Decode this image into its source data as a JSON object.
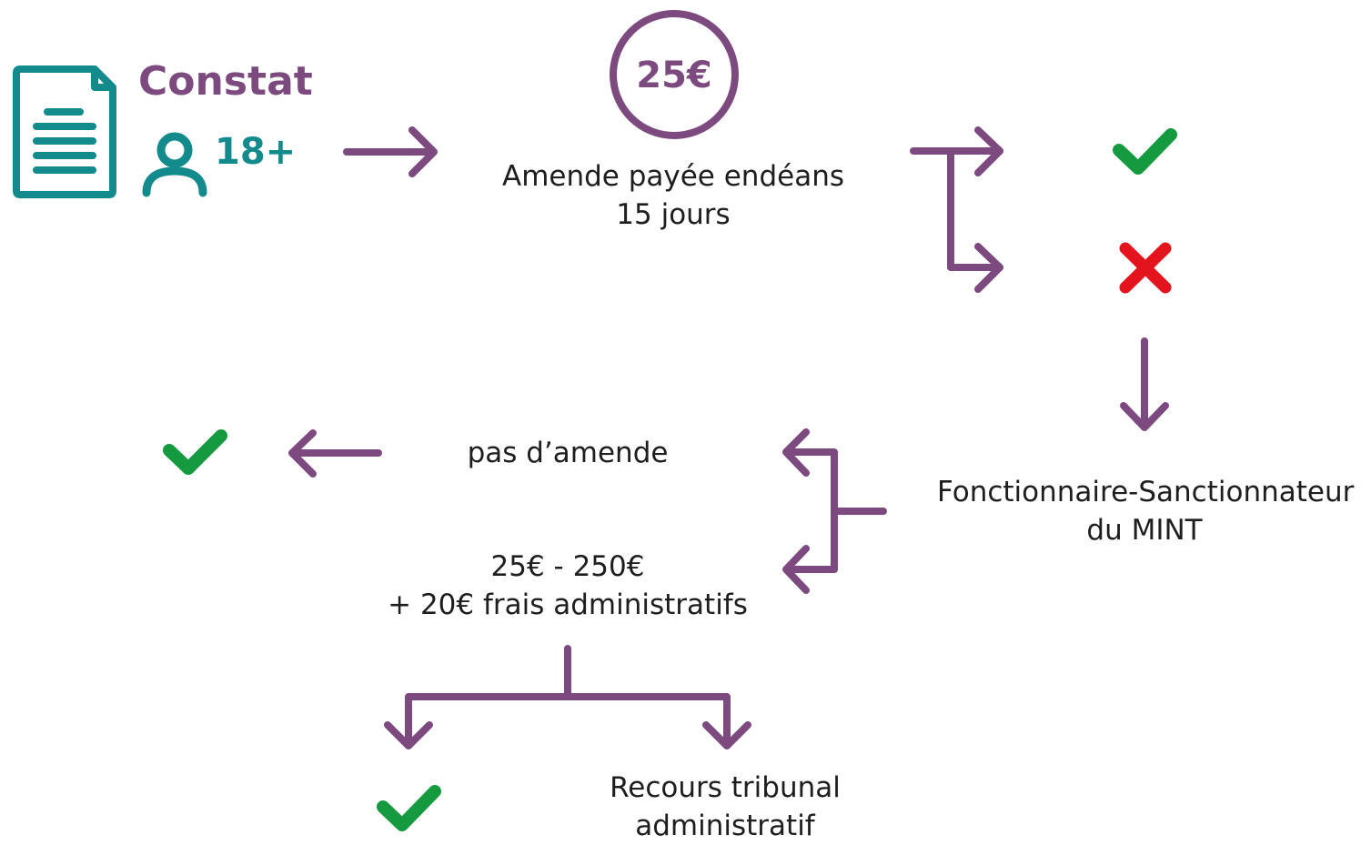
{
  "colors": {
    "purple": "#7d4a7f",
    "teal": "#138a8c",
    "green": "#169a3f",
    "red": "#e3141e",
    "text": "#1e1e1e"
  },
  "header": {
    "constat_label": "Constat",
    "age_label": "18+"
  },
  "fine": {
    "amount": "25€",
    "description_line1": "Amende payée endéans",
    "description_line2": "15 jours"
  },
  "official": {
    "line1": "Fonctionnaire-Sanctionnateur",
    "line2": "du MINT"
  },
  "outcomes": {
    "no_fine": "pas d’amende",
    "fine_range": "25€ - 250€",
    "admin_fees": "+ 20€ frais administratifs",
    "appeal_line1": "Recours tribunal",
    "appeal_line2": "administratif"
  },
  "icons": {
    "document": "document-icon",
    "person": "person-icon",
    "check": "check-icon",
    "cross": "cross-icon",
    "arrow": "arrow-icon"
  }
}
